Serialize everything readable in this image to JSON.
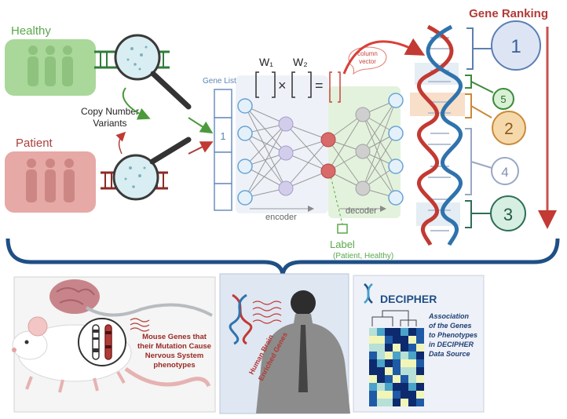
{
  "labels": {
    "healthy": "Healthy",
    "patient": "Patient",
    "copy_number_variants_line1": "Copy Number",
    "copy_number_variants_line2": "Variants",
    "gene_list": "Gene List",
    "gene_list_value": "1",
    "w1": "W₁",
    "w2": "W₂",
    "column_vector_line1": "column",
    "column_vector_line2": "vector",
    "encoder": "encoder",
    "decoder": "decoder",
    "label": "Label",
    "label_values": "(Patient, Healthy)",
    "gene_ranking": "Gene Ranking"
  },
  "ranks": [
    "1",
    "5",
    "2",
    "4",
    "3"
  ],
  "panels": {
    "mouse_line1": "Mouse Genes that",
    "mouse_line2": "their Mutation Cause",
    "mouse_line3": "Nervous System",
    "mouse_line4": "phenotypes",
    "human_line1": "Human Brain",
    "human_line2": "Enriched Genes",
    "decipher_title": "DECIPHER",
    "decipher_desc_line1": "Association",
    "decipher_desc_line2": "of the Genes",
    "decipher_desc_line3": "to Phenotypes",
    "decipher_desc_line4": "in DECIPHER",
    "decipher_desc_line5": "Data Source"
  },
  "colors": {
    "healthy_green": "#5aa84a",
    "patient_red": "#a8413d",
    "accent_blue": "#1f4f86",
    "rank_red": "#b23a36"
  }
}
